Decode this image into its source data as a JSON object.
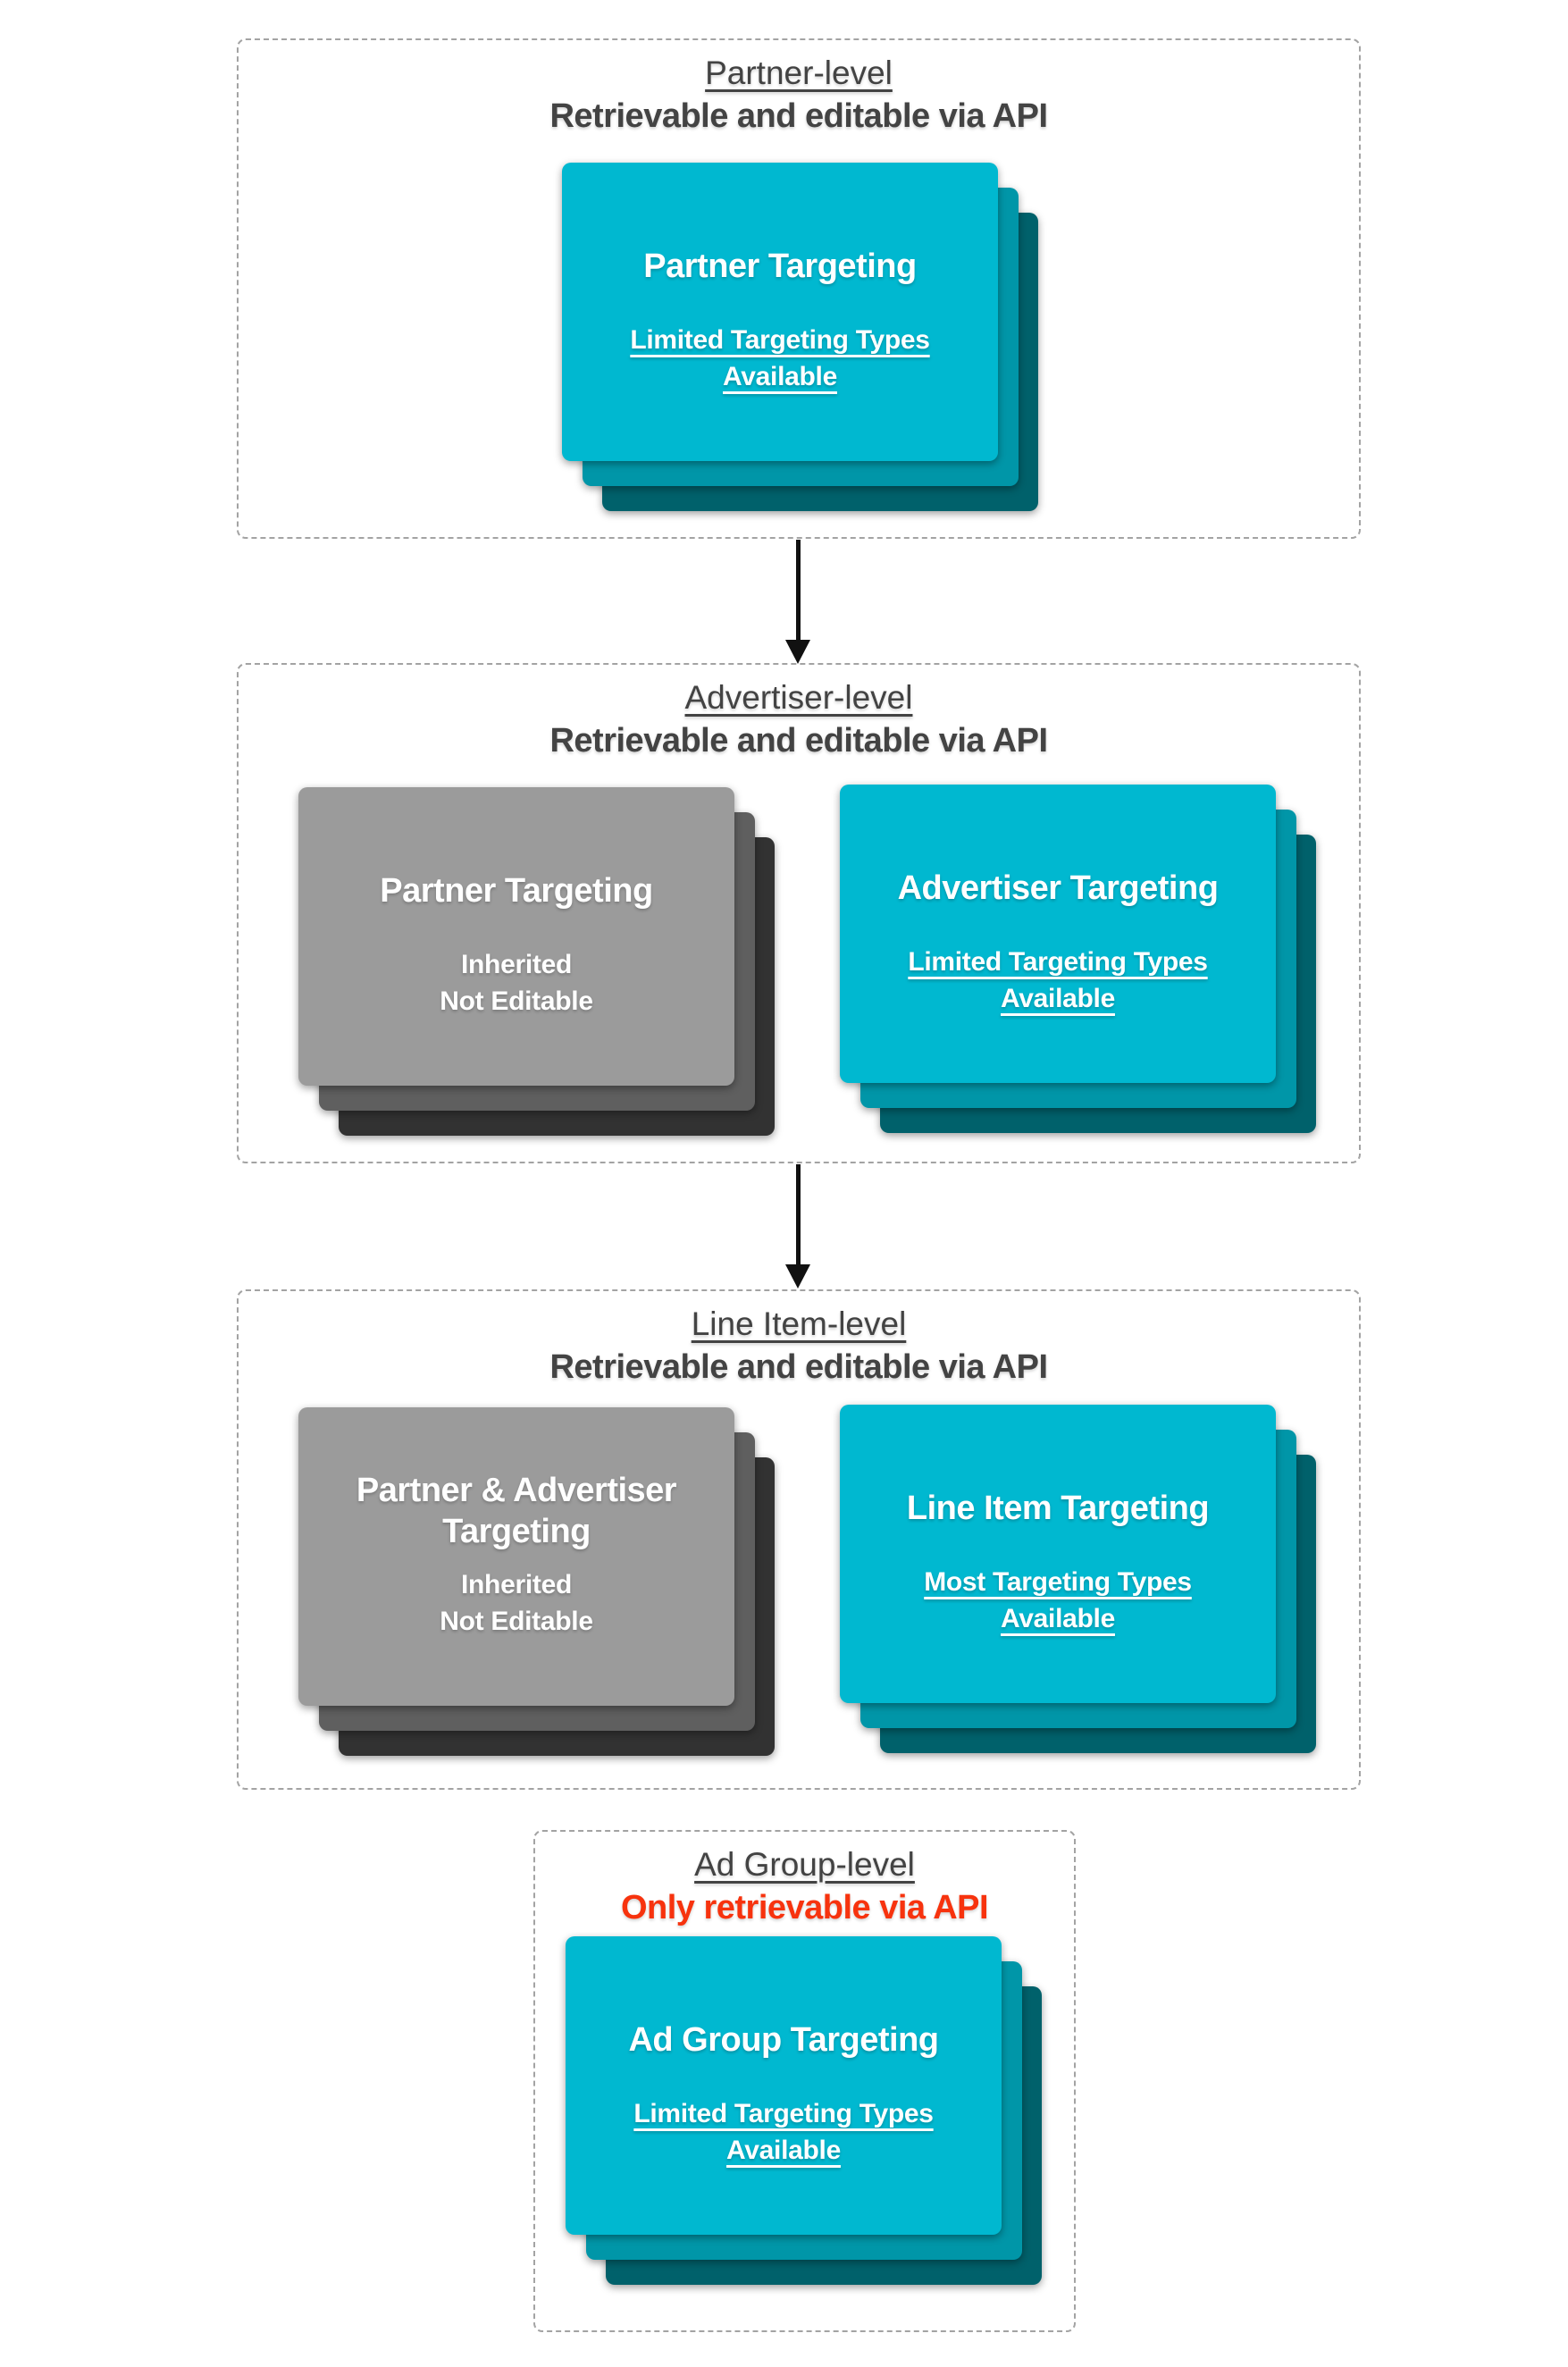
{
  "palette": {
    "background": "#ffffff",
    "border-gray": "#a3a3a3",
    "heading-gray": "#434343",
    "alert-red": "#f7330e",
    "card-text": "#ffffff",
    "arrow-black": "#111111",
    "card-teal": "#00b8d0",
    "card-teal-mid": "#0096a8",
    "card-teal-back": "#00616b",
    "card-gray": "#9b9b9b",
    "card-gray-mid": "#5f5f5f",
    "card-gray-back": "#323232"
  },
  "sections": [
    {
      "level": "Partner-level",
      "api_access": "Retrievable and editable via API",
      "cards": [
        {
          "style": "teal",
          "title": "Partner Targeting",
          "subtext_lines": [
            "Limited Targeting Types",
            "Available"
          ]
        }
      ]
    },
    {
      "level": "Advertiser-level",
      "api_access": "Retrievable and editable via API",
      "cards": [
        {
          "style": "gray",
          "title": "Partner Targeting",
          "subtext_lines": [
            "Inherited",
            "Not Editable"
          ]
        },
        {
          "style": "teal",
          "title": "Advertiser Targeting",
          "subtext_lines": [
            "Limited Targeting Types",
            "Available"
          ]
        }
      ]
    },
    {
      "level": "Line Item-level",
      "api_access": "Retrievable and editable via API",
      "cards": [
        {
          "style": "gray",
          "title": "Partner & Advertiser Targeting",
          "subtext_lines": [
            "Inherited",
            "Not Editable"
          ]
        },
        {
          "style": "teal",
          "title": "Line Item Targeting",
          "subtext_lines": [
            "Most Targeting Types",
            "Available"
          ]
        }
      ]
    },
    {
      "level": "Ad Group-level",
      "api_access": "Only retrievable via API",
      "api_access_style": "red-alert",
      "cards": [
        {
          "style": "teal",
          "title": "Ad Group Targeting",
          "subtext_lines": [
            "Limited Targeting Types",
            "Available"
          ]
        }
      ]
    }
  ],
  "arrows": [
    {
      "from": "Partner-level",
      "to": "Advertiser-level"
    },
    {
      "from": "Advertiser-level",
      "to": "Line Item-level"
    }
  ]
}
